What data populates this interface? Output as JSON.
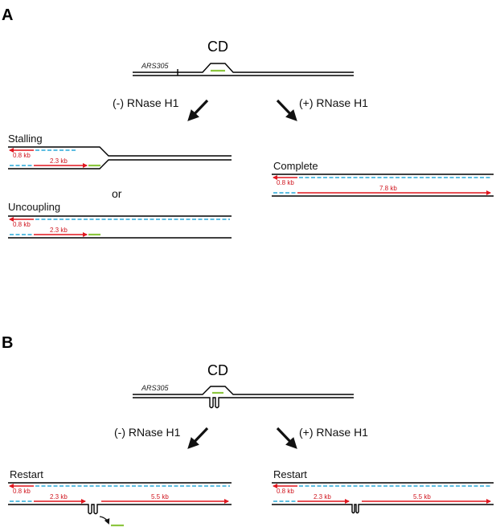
{
  "panels": {
    "a": {
      "letter": "A",
      "cd_label": "CD",
      "ars_label": "ARS305",
      "minus_label": "(-) RNase H1",
      "plus_label": "(+) RNase H1",
      "stalling_label": "Stalling",
      "or_label": "or",
      "uncoupling_label": "Uncoupling",
      "complete_label": "Complete",
      "kb_08": "0.8 kb",
      "kb_23": "2.3 kb",
      "kb_78": "7.8 kb"
    },
    "b": {
      "letter": "B",
      "cd_label": "CD",
      "ars_label": "ARS305",
      "minus_label": "(-) RNase H1",
      "plus_label": "(+) RNase H1",
      "restart_left_label": "Restart",
      "restart_right_label": "Restart",
      "kb_08": "0.8 kb",
      "kb_23": "2.3 kb",
      "kb_55": "5.5 kb"
    }
  },
  "colors": {
    "leading_strand": "#e0161f",
    "lagging_fragments": "#29a9d8",
    "rna_dna_hybrid": "#8cc63f",
    "dna": "#000000"
  }
}
